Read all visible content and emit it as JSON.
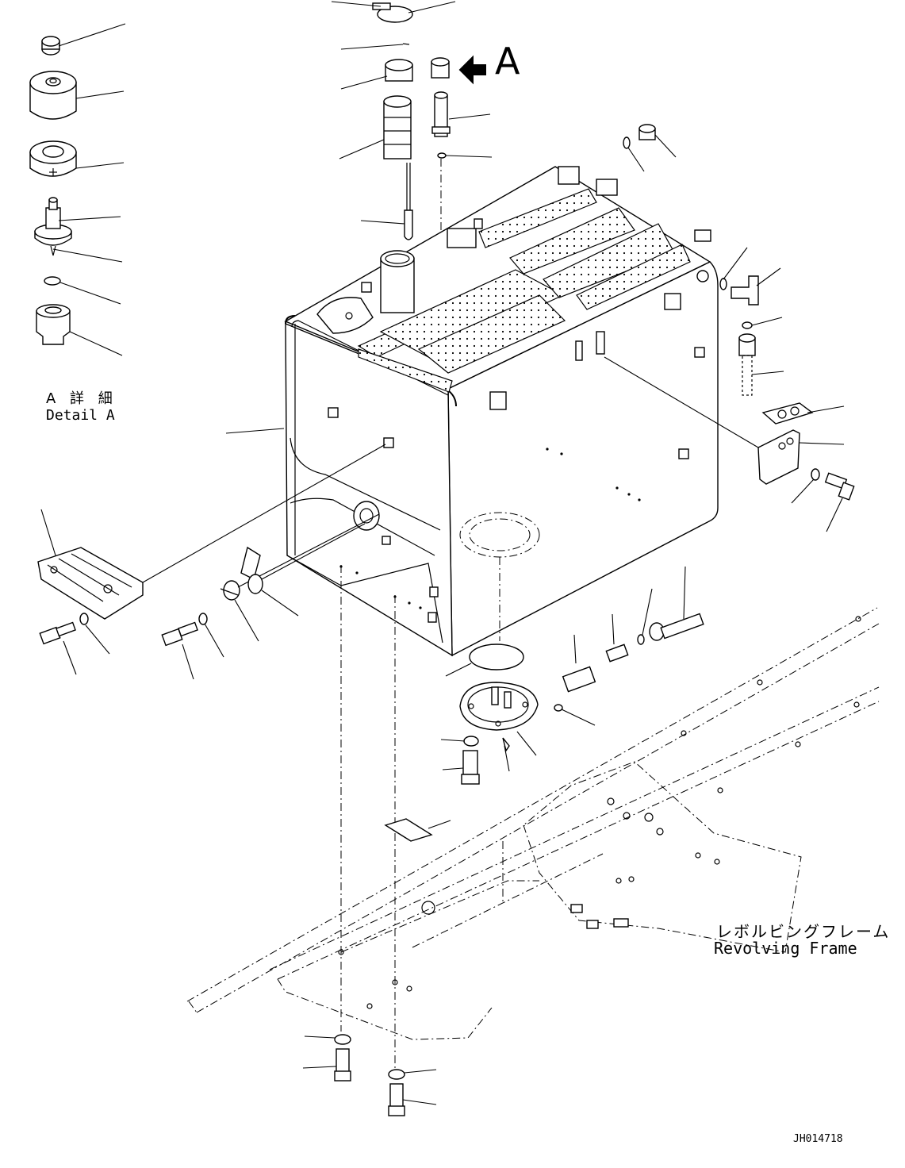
{
  "labels": {
    "view_letter": "A",
    "detail_jp": "A 詳 細",
    "detail_en": "Detail A",
    "frame_jp": "レボルビングフレーム",
    "frame_en": "Revolving Frame",
    "drawing_number": "JH014718"
  }
}
